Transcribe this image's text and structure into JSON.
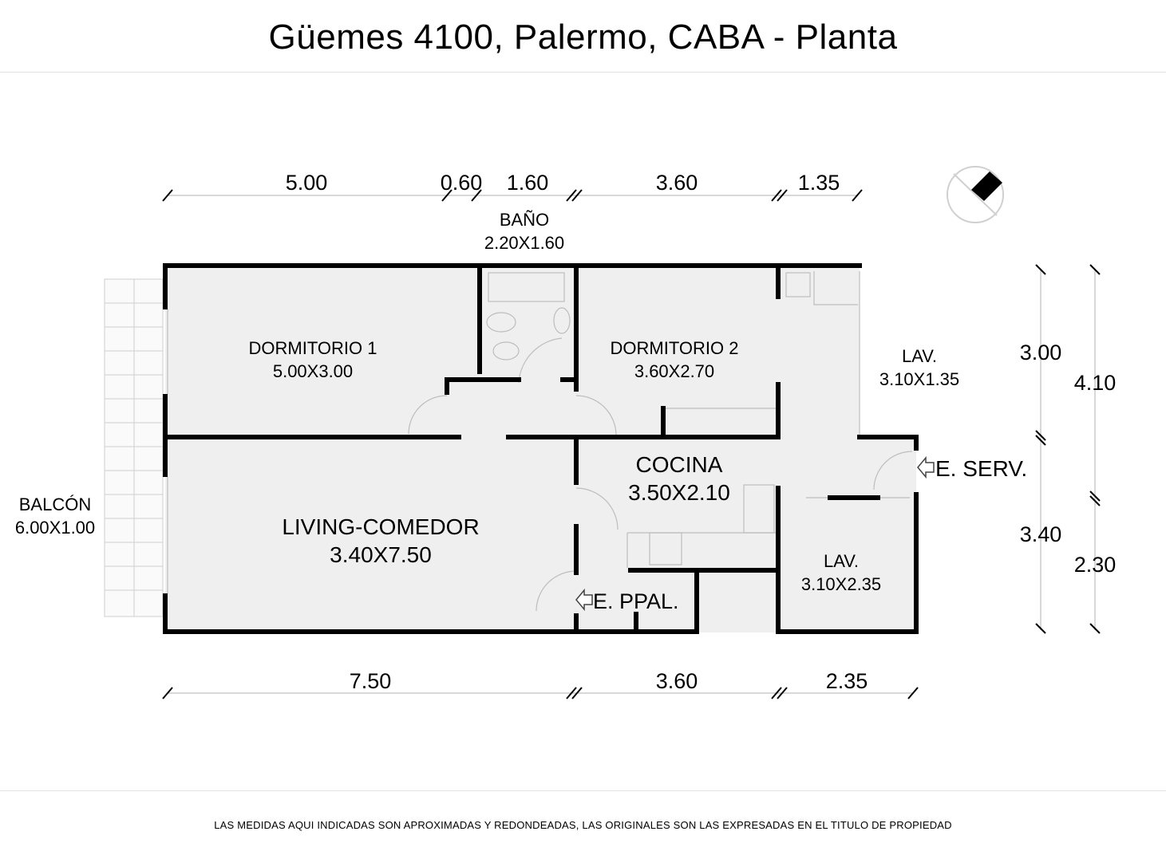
{
  "title": "Güemes 4100, Palermo, CABA - Planta",
  "footer": "LAS MEDIDAS AQUI INDICADAS SON APROXIMADAS Y REDONDEADAS, LAS ORIGINALES SON LAS EXPRESADAS EN EL TITULO DE PROPIEDAD",
  "dimensions": {
    "top": [
      "5.00",
      "0.60",
      "1.60",
      "3.60",
      "1.35"
    ],
    "bottom": [
      "7.50",
      "3.60",
      "2.35"
    ],
    "right_inner": [
      "3.00",
      "3.40"
    ],
    "right_outer": [
      "4.10",
      "2.30"
    ]
  },
  "rooms": {
    "bano": {
      "name": "BAÑO",
      "size": "2.20X1.60"
    },
    "dormitorio1": {
      "name": "DORMITORIO 1",
      "size": "5.00X3.00"
    },
    "dormitorio2": {
      "name": "DORMITORIO 2",
      "size": "3.60X2.70"
    },
    "lav1": {
      "name": "LAV.",
      "size": "3.10X1.35"
    },
    "cocina": {
      "name": "COCINA",
      "size": "3.50X2.10"
    },
    "living": {
      "name": "LIVING-COMEDOR",
      "size": "3.40X7.50"
    },
    "balcon": {
      "name": "BALCÓN",
      "size": "6.00X1.00"
    },
    "lav2": {
      "name": "LAV.",
      "size": "3.10X2.35"
    }
  },
  "entries": {
    "service": "E. SERV.",
    "main": "E. PPAL."
  },
  "colors": {
    "wall": "#000000",
    "floor": "#efefef",
    "line": "#b0b0b0"
  }
}
